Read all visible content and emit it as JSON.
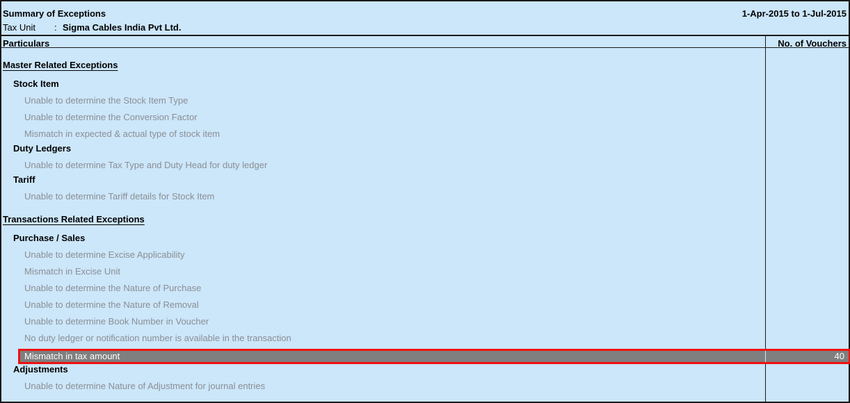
{
  "report": {
    "title": "Summary of Exceptions",
    "period": "1-Apr-2015 to 1-Jul-2015",
    "tax_unit_label": "Tax Unit",
    "tax_unit_sep": ":",
    "tax_unit_value": "Sigma Cables India Pvt Ltd."
  },
  "columns": {
    "particulars": "Particulars",
    "vouchers": "No. of Vouchers"
  },
  "sections": {
    "master": "Master Related Exceptions",
    "transactions": "Transactions Related Exceptions"
  },
  "groups": {
    "stock_item": "Stock Item",
    "duty_ledgers": "Duty Ledgers",
    "tariff": "Tariff",
    "purchase_sales": "Purchase / Sales",
    "adjustments": "Adjustments"
  },
  "items": {
    "stock_item_type": "Unable to determine the Stock Item Type",
    "conversion_factor": "Unable to determine the Conversion Factor",
    "stock_type_mismatch": "Mismatch in expected & actual type of stock item",
    "duty_ledger_tax_type": "Unable to determine Tax Type and Duty Head for duty ledger",
    "tariff_details": "Unable to determine Tariff details for Stock Item",
    "excise_applicability": "Unable to determine Excise Applicability",
    "excise_unit_mismatch": "Mismatch in Excise Unit",
    "nature_of_purchase": "Unable to determine the Nature of Purchase",
    "nature_of_removal": "Unable to determine the Nature of Removal",
    "book_number": "Unable to determine Book Number in Voucher",
    "no_duty_ledger": "No duty ledger or notification number is available in the transaction",
    "tax_amount_mismatch": "Mismatch in tax amount",
    "tax_amount_mismatch_count": "40",
    "journal_adjustment": "Unable to determine Nature of Adjustment for journal entries"
  }
}
